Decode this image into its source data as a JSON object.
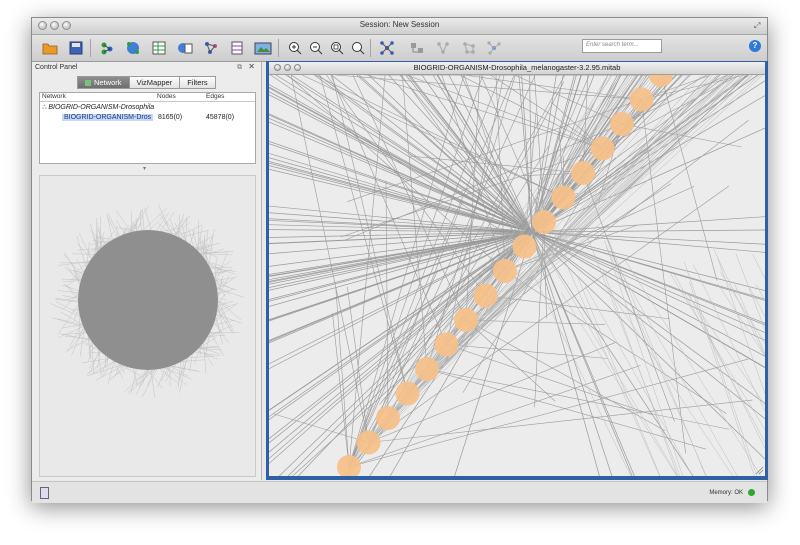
{
  "window": {
    "title": "Session: New Session"
  },
  "toolbar": {
    "buttons": [
      "open-session",
      "save-session",
      "import-network-file",
      "import-network-url",
      "import-table-file",
      "import-table-url",
      "network-from-selected",
      "new-network-table",
      "export-image",
      "zoom-in",
      "zoom-out",
      "zoom-fit",
      "zoom-selected",
      "layout",
      "apply-style",
      "show-all",
      "hide-selected",
      "first-neighbors"
    ],
    "search_placeholder": "Enter search term...",
    "help_label": "?"
  },
  "control_panel": {
    "title": "Control Panel",
    "tabs": [
      "Network",
      "VizMapper",
      "Filters"
    ],
    "active_tab": "Network",
    "table": {
      "headers": [
        "Network",
        "Nodes",
        "Edges"
      ],
      "parent_name": "BIOGRID-ORGANISM-Drosophila",
      "row": {
        "name": "BIOGRID-ORGANISM-Dros",
        "nodes": "8165(0)",
        "edges": "45878(0)"
      }
    }
  },
  "network_view": {
    "title": "BIOGRID-ORGANISM-Drosophila_melanogaster-3.2.95.mitab",
    "node_color": "#f5c089",
    "edge_color": "#9a9a9a",
    "selection_border": "#2f5fa5"
  },
  "status": {
    "memory_label": "Memory: OK",
    "memory_color": "#2ca82c"
  }
}
